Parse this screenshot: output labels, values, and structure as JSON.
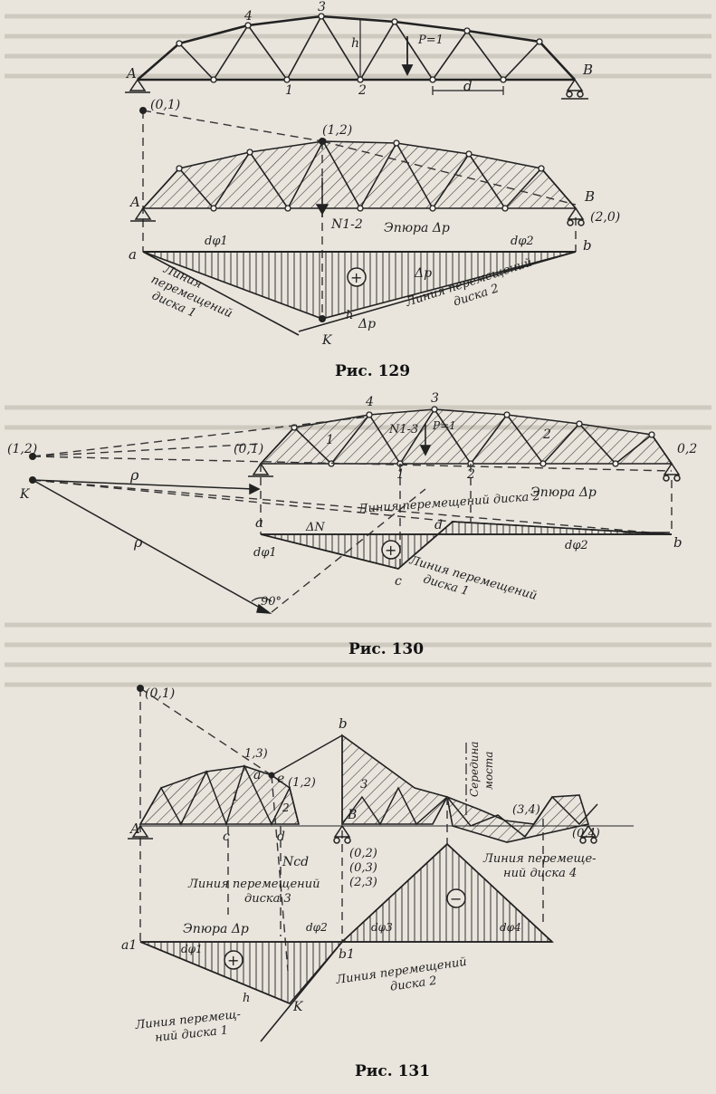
{
  "figures": [
    {
      "caption": "Рис. 129",
      "labels": {
        "A_top": "A",
        "B_top": "B",
        "n4": "4",
        "n3": "3",
        "h": "h",
        "P": "P=1",
        "n1": "1",
        "n2": "2",
        "d": "d",
        "p01": "(0,1)",
        "p12": "(1,2)",
        "A": "A",
        "B": "B",
        "p20": "(2,0)",
        "N12": "N1-2",
        "epure": "Эпюра Δp",
        "a": "a",
        "b": "b",
        "dphi1": "dφ1",
        "dphi2": "dφ2",
        "plus": "+",
        "line1a": "Линия",
        "line1b": "перемещений",
        "line1c": "диска 1",
        "line2a": "Линия перемещений",
        "line2b": "диска 2",
        "deltaP": "Δp",
        "h2": "h",
        "deltaP2": "Δp",
        "K": "K"
      }
    },
    {
      "caption": "Рис. 130",
      "labels": {
        "p12": "(1,2)",
        "K": "K",
        "rho1": "ρ",
        "rho2": "ρ",
        "angle": "90°",
        "p01": "(0,1)",
        "p02": "0,2",
        "n4": "4",
        "n3": "3",
        "N13": "N1-3",
        "P": "P=1",
        "n1": "1",
        "n2": "2",
        "n1b": "1",
        "n2b": "2",
        "epure": "Эпюра Δp",
        "line2": "Линия перемещений диска 2",
        "a": "a",
        "b": "b",
        "d": "d",
        "c": "c",
        "deltaN": "ΔN",
        "dphi1": "dφ1",
        "dphi2": "dφ2",
        "plus": "+",
        "line1a": "Линия перемещений",
        "line1b": "диска 1"
      }
    },
    {
      "caption": "Рис. 131",
      "labels": {
        "p01": "(0,1)",
        "p13": "1,3)",
        "a": "a",
        "e": "e",
        "p12": "(1,2)",
        "b": "b",
        "B": "B",
        "A": "A",
        "c": "c",
        "d": "d",
        "n1": "1",
        "n2": "2",
        "n3": "3",
        "mid1": "Середина",
        "mid2": "моста",
        "p34": "(3,4)",
        "p04": "(0,4)",
        "p02": "(0,2)",
        "p03": "(0,3)",
        "p23": "(2,3)",
        "Ncd": "Ncd",
        "line3a": "Линия перемещений",
        "line3b": "диска 3",
        "line4a": "Линия перемеще-",
        "line4b": "ний диска 4",
        "epure": "Эпюра Δp",
        "a1": "a1",
        "b1": "b1",
        "dphi1": "dφ1",
        "dphi2": "dφ2",
        "dphi3": "dφ3",
        "dphi4": "dφ4",
        "plus": "+",
        "minus": "−",
        "h": "h",
        "K": "K",
        "line2a": "Линия перемещений",
        "line2b": "диска 2",
        "line1a": "Линия перемещ-",
        "line1b": "ний диска 1"
      }
    }
  ]
}
